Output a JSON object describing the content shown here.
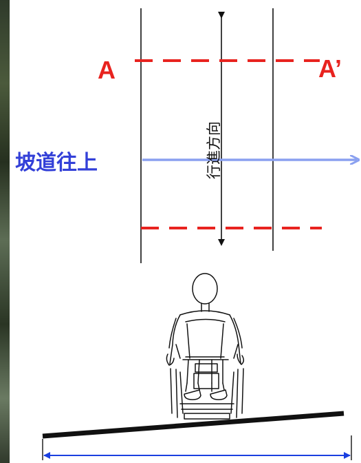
{
  "labels": {
    "a_left": "A",
    "a_right": "A’",
    "ramp_up": "坡道往上",
    "travel_direction": "行進方向"
  },
  "colors": {
    "section_line": "#e8231f",
    "ramp_arrow": "#8aa0f0",
    "ramp_text": "#3340d8",
    "label_red": "#e8231f",
    "dimension_line": "#1a3fe0",
    "ink": "#111111"
  },
  "icons": {
    "figure": "wheelchair-user-icon"
  }
}
